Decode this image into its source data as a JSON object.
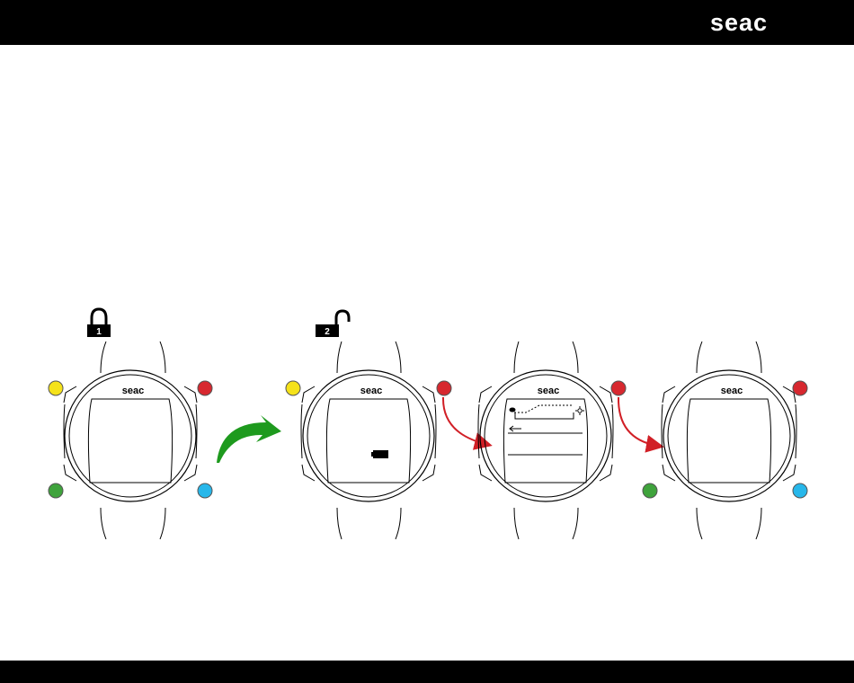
{
  "brand": {
    "logo_text": "seac",
    "bezel_text": "seac"
  },
  "locks": [
    {
      "state": "locked",
      "step": "1"
    },
    {
      "state": "unlocked",
      "step": "2"
    }
  ],
  "buttons": {
    "yellow": "#f5e21a",
    "red": "#d7282f",
    "green": "#3fa33c",
    "blue": "#27b7ea"
  },
  "arrows": {
    "green": "#1e9a1e",
    "red": "#d11f26"
  }
}
